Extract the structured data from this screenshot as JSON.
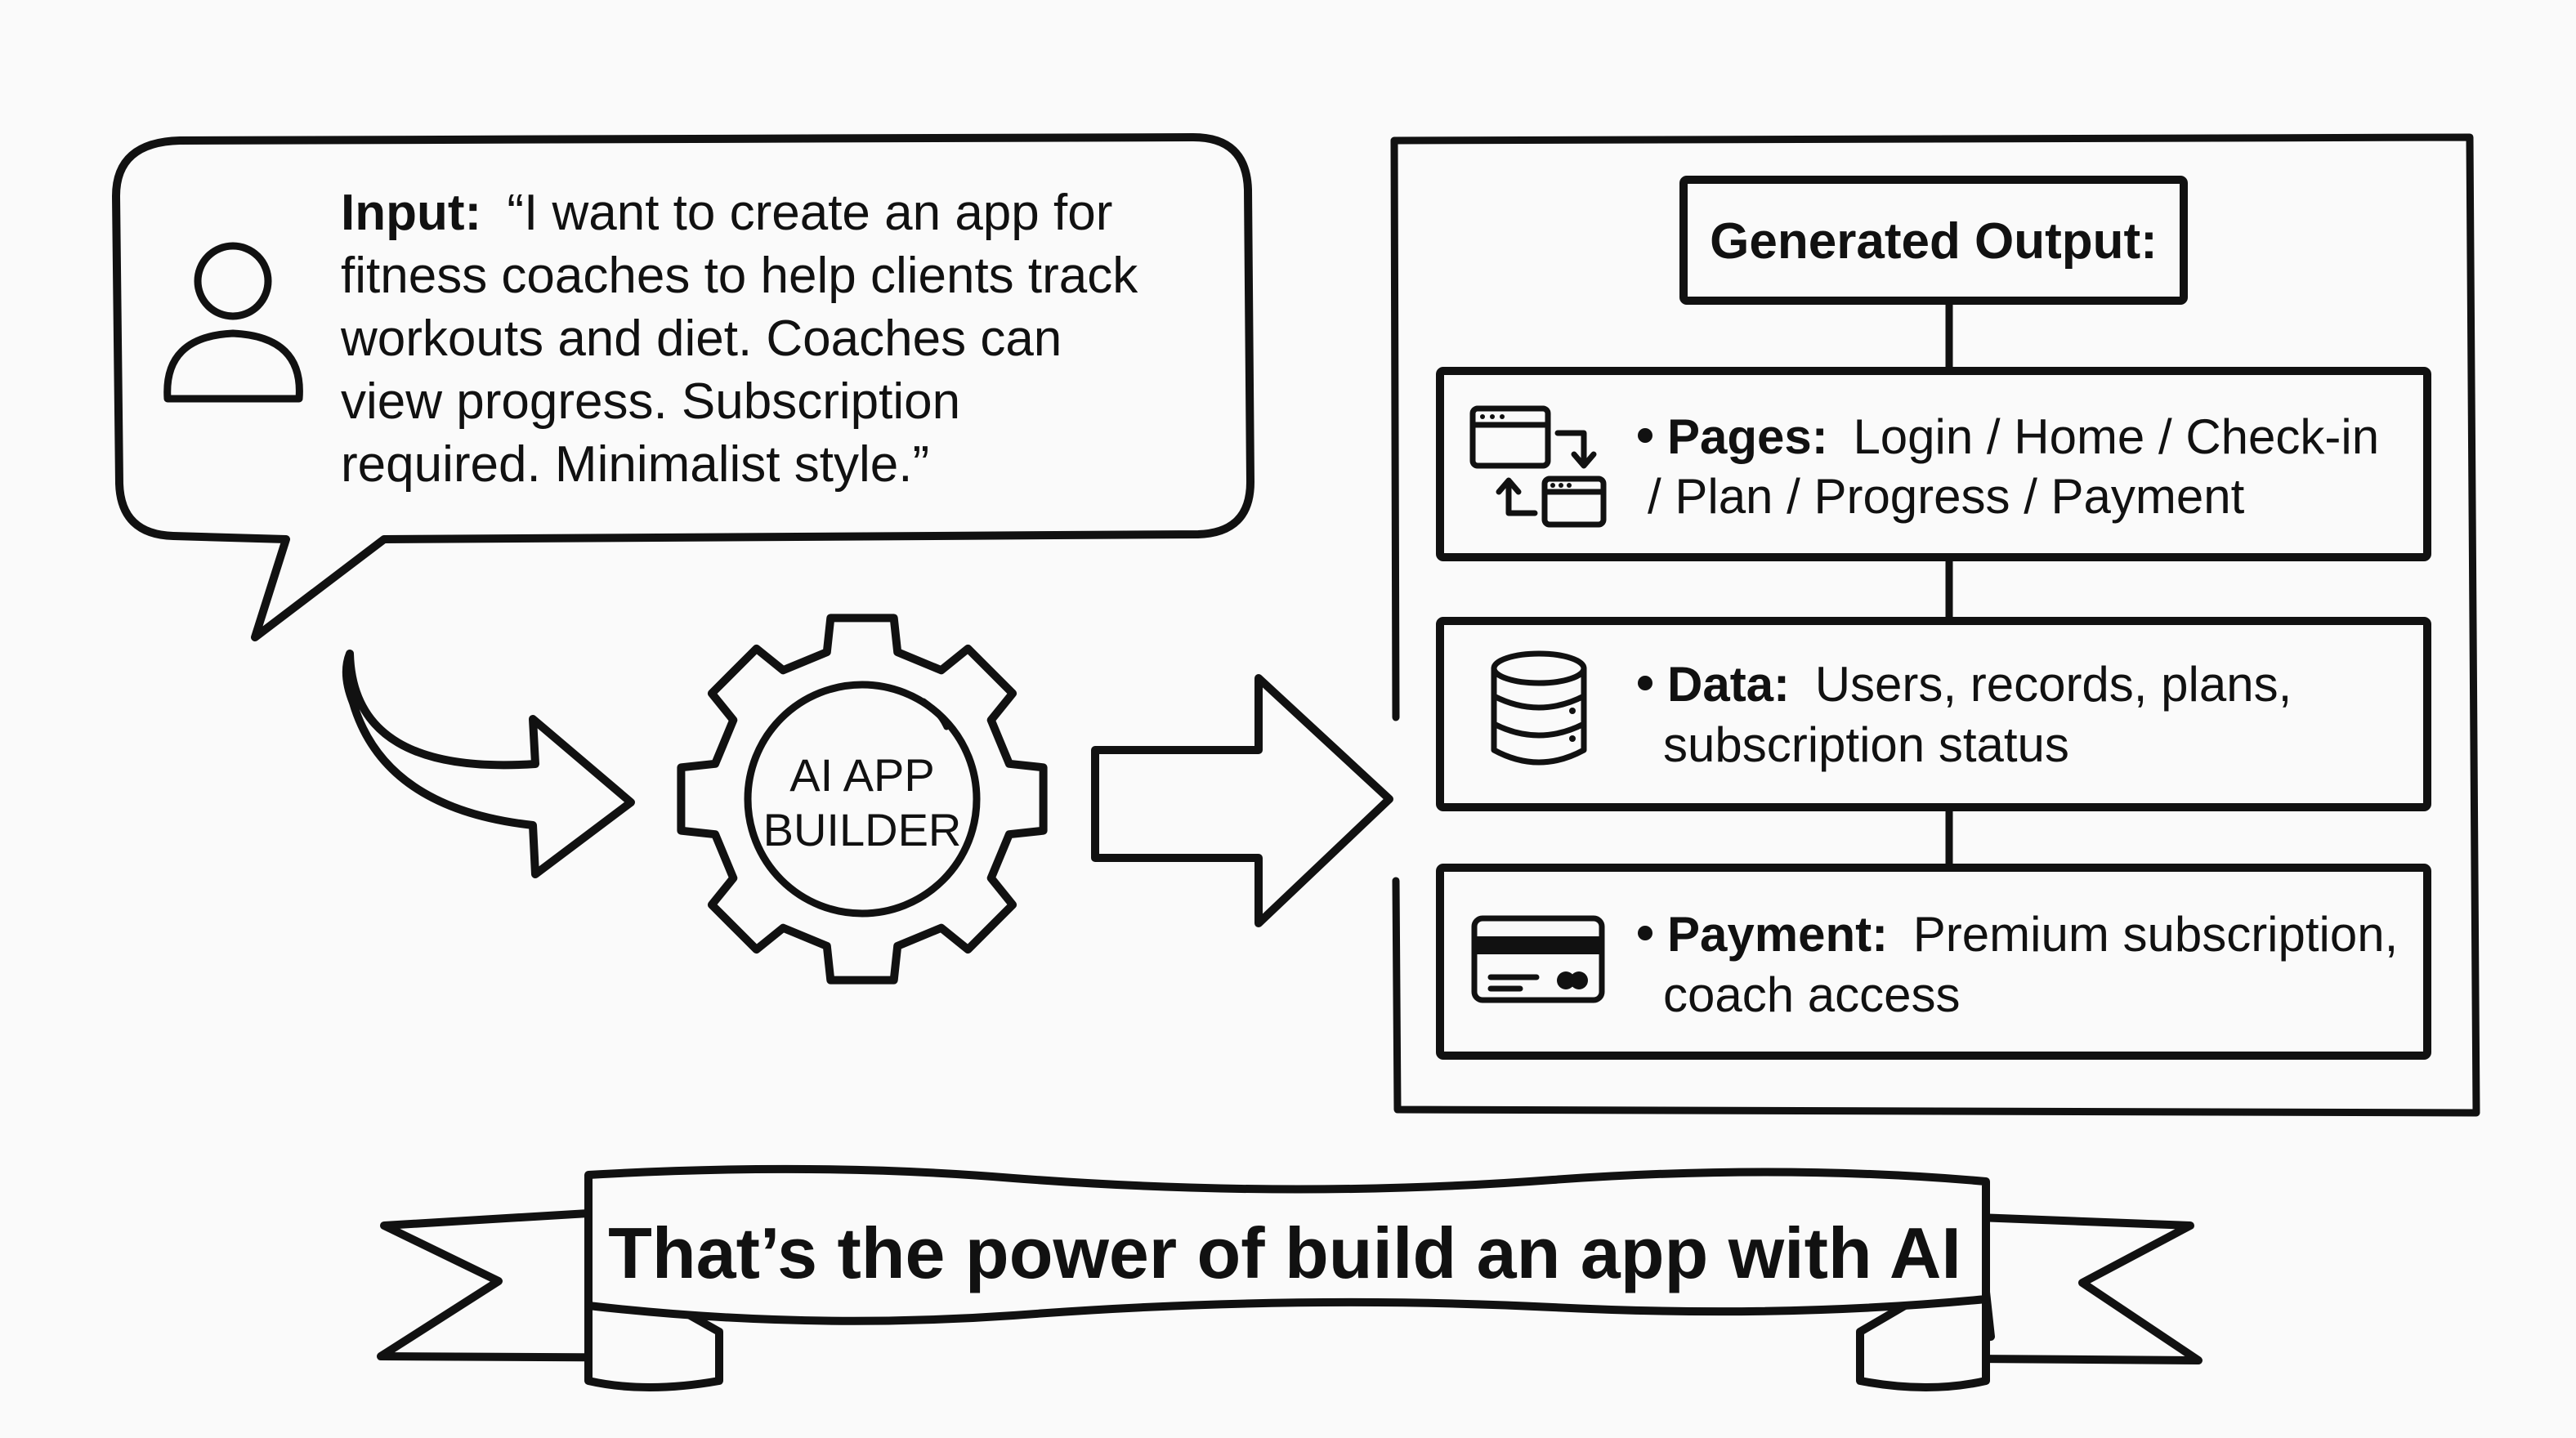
{
  "input_bubble": {
    "label": "Input:",
    "lines": [
      "“I want to create an app for",
      "fitness coaches to help clients track",
      "workouts and diet. Coaches can",
      "view progress. Subscription",
      "required. Minimalist style.”"
    ]
  },
  "gear": {
    "line1": "AI APP",
    "line2": "BUILDER"
  },
  "output": {
    "heading": "Generated Output:",
    "items": [
      {
        "icon": "pages-flow-icon",
        "label": "Pages:",
        "line1": "Login / Home / Check-in",
        "line2": "/ Plan / Progress / Payment"
      },
      {
        "icon": "database-icon",
        "label": "Data:",
        "line1": "Users, records, plans,",
        "line2": "subscription status"
      },
      {
        "icon": "credit-card-icon",
        "label": "Payment:",
        "line1": "Premium subscription,",
        "line2": "coach access"
      }
    ]
  },
  "banner": {
    "text": "That’s the power of build an app with AI"
  }
}
